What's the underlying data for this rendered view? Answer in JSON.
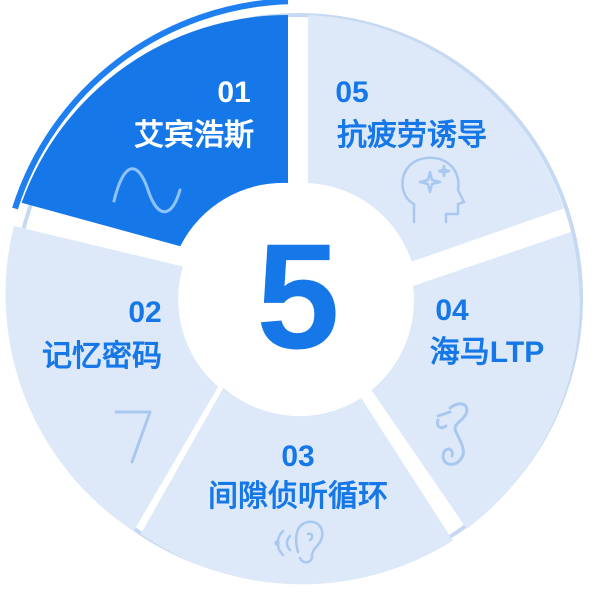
{
  "colors": {
    "active_fill": "#1577e8",
    "inactive_fill": "#dde9f8",
    "outer_ring": "#c6d9f2",
    "active_ring": "#1f7ff0",
    "active_text": "#ffffff",
    "inactive_text": "#1577e8",
    "center_bg": "#ffffff",
    "center_text": "#1577e8",
    "icon_light": "#a9c8ef",
    "icon_on_active": "#8fc2ff"
  },
  "center": {
    "number": "5"
  },
  "segments": [
    {
      "num": "01",
      "label": "艾宾浩斯",
      "icon": "sine-wave-icon",
      "active": true
    },
    {
      "num": "05",
      "label": "抗疲劳诱导",
      "icon": "head-sparkle-icon",
      "active": false
    },
    {
      "num": "04",
      "label": "海马LTP",
      "icon": "seahorse-icon",
      "active": false
    },
    {
      "num": "03",
      "label": "间隙侦听循环",
      "icon": "ear-sound-icon",
      "active": false
    },
    {
      "num": "02",
      "label": "记忆密码",
      "icon": "seven-icon",
      "active": false
    }
  ]
}
